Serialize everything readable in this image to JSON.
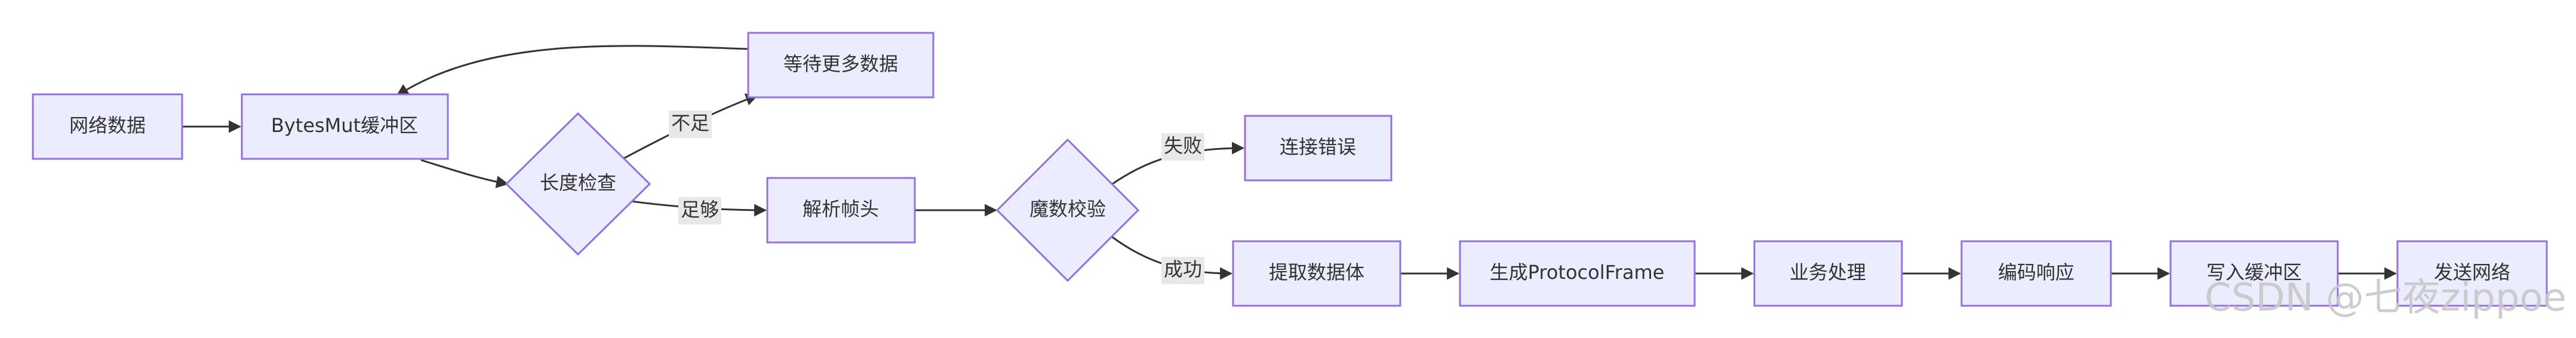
{
  "nodes": {
    "network_data": "网络数据",
    "bytesmut_buffer": "BytesMut缓冲区",
    "wait_more_data": "等待更多数据",
    "length_check": "长度检查",
    "parse_header": "解析帧头",
    "magic_check": "魔数校验",
    "connection_error": "连接错误",
    "extract_body": "提取数据体",
    "generate_frame": "生成ProtocolFrame",
    "business_process": "业务处理",
    "encode_response": "编码响应",
    "write_buffer": "写入缓冲区",
    "send_network": "发送网络"
  },
  "edge_labels": {
    "not_enough": "不足",
    "enough": "足够",
    "fail": "失败",
    "success": "成功"
  },
  "watermark": "CSDN @七夜zippoe",
  "colors": {
    "node_fill": "#ececff",
    "node_stroke": "#9370db",
    "edge": "#333333",
    "label_bg": "#e8e8e8",
    "text": "#333333"
  }
}
